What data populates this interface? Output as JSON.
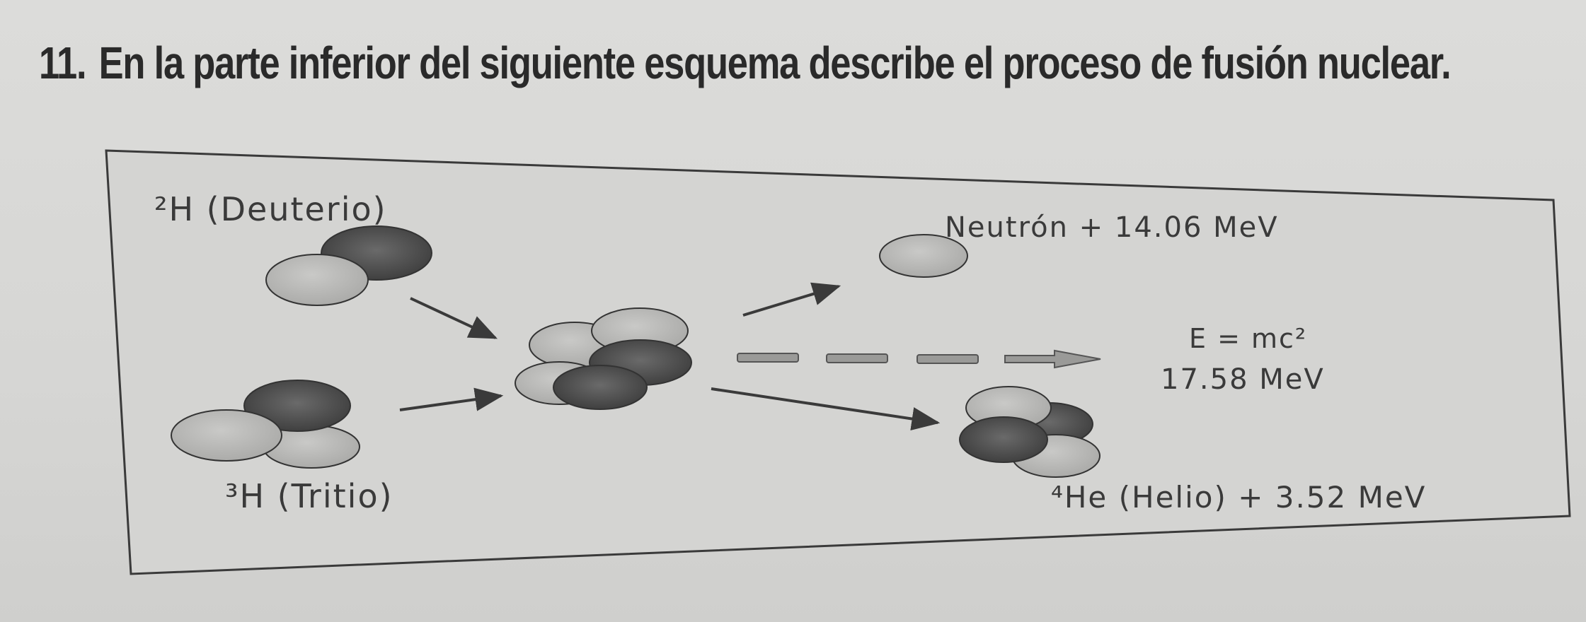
{
  "question": {
    "number": "11.",
    "text": "En la parte inferior del siguiente esquema describe el proceso de fusión nuclear."
  },
  "scheme": {
    "deuterium_label": "²H (Deuterio)",
    "tritium_label": "³H (Tritio)",
    "neutron_label": "Neutrón + 14.06 MeV",
    "equation_label": "E = mc²",
    "energy_label": "17.58 MeV",
    "helium_label": "⁴He (Helio) + 3.52 MeV"
  },
  "colors": {
    "proton": "#b8b8b6",
    "neutron": "#4a4a4a",
    "arrow": "#3a3a3a"
  }
}
